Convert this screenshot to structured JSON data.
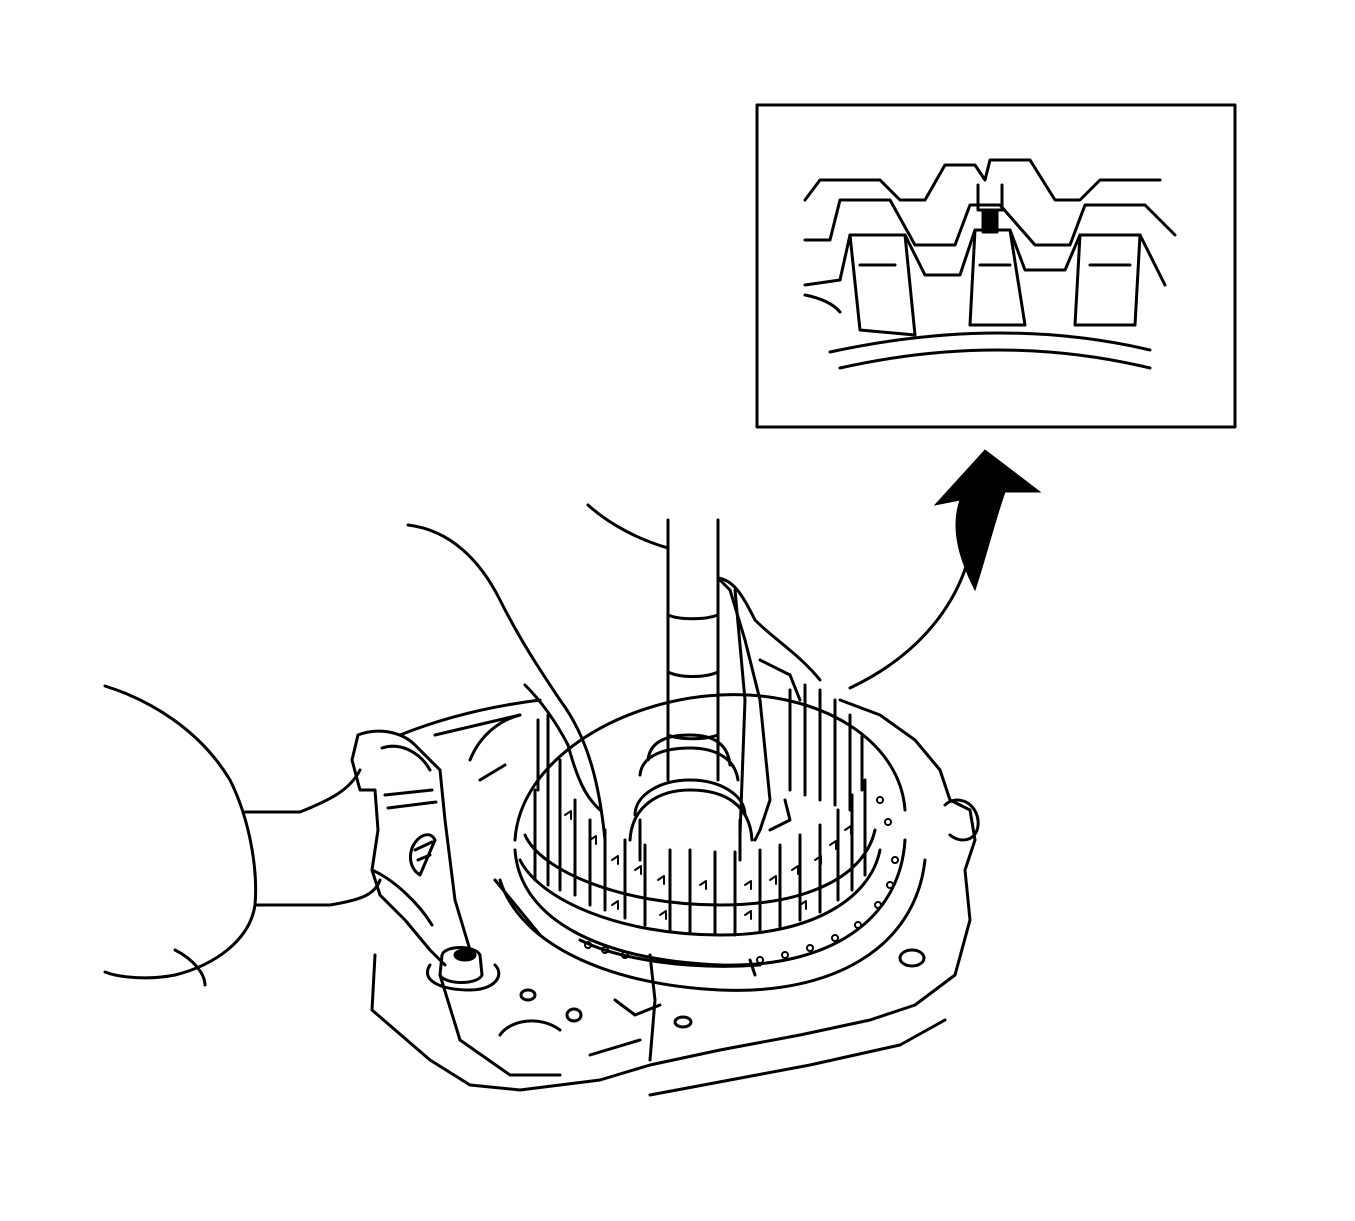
{
  "illustration": {
    "background_color": "#ffffff",
    "line_color": "#000000",
    "parts": {
      "detail_inset": "detail-inset-frame",
      "callout_arrow": "curved-callout-arrow",
      "tool": "hydraulic-press-tool",
      "rod": "press-rod",
      "clutch_pack": "clutch-pack",
      "case": "transmission-case"
    }
  }
}
